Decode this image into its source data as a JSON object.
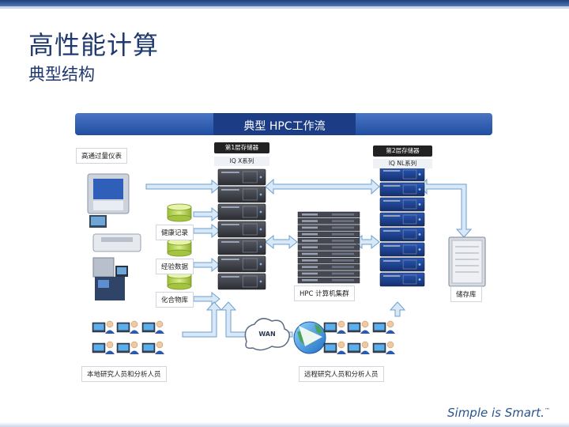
{
  "slide": {
    "title": "高性能计算",
    "subtitle": "典型结构",
    "footer": "Simple is Smart.",
    "trademark": "™"
  },
  "diagram": {
    "banner": "典型 HPC工作流",
    "instruments_label": "高通过量仪表",
    "data_sources": [
      "健康记录",
      "经验数据",
      "化合物库"
    ],
    "tier1": {
      "title": "第1层存储器",
      "series": "IQ X系列"
    },
    "tier2": {
      "title": "第2层存储器",
      "series": "IQ NL系列"
    },
    "cluster_label": "HPC 计算机集群",
    "archive_label": "储存库",
    "network_label": "WAN",
    "local_users_label": "本地研究人员和分析人员",
    "remote_users_label": "远程研究人员和分析人员"
  },
  "colors": {
    "brand_blue": "#1f3a6e",
    "banner_blue": "#2a57ad",
    "arrow_fill": "#d8e8f7",
    "arrow_stroke": "#6d9fd0",
    "server_dark": "#3a3c44",
    "server_blue": "#1a3f8e"
  }
}
